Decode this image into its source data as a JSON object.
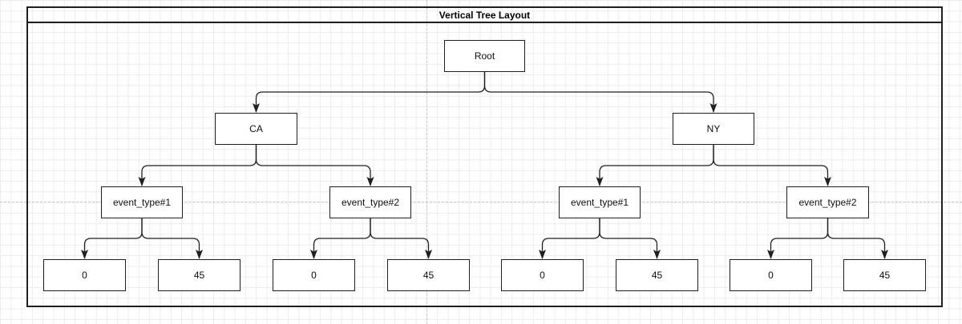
{
  "diagram": {
    "title": "Vertical Tree Layout",
    "type": "vertical-tree",
    "nodes": [
      {
        "id": "root",
        "label": "Root",
        "level": 0,
        "parent": null
      },
      {
        "id": "ca",
        "label": "CA",
        "level": 1,
        "parent": "root"
      },
      {
        "id": "ny",
        "label": "NY",
        "level": 1,
        "parent": "root"
      },
      {
        "id": "ca-event-type-1",
        "label": "event_type#1",
        "level": 2,
        "parent": "ca"
      },
      {
        "id": "ca-event-type-2",
        "label": "event_type#2",
        "level": 2,
        "parent": "ca"
      },
      {
        "id": "ny-event-type-1",
        "label": "event_type#1",
        "level": 2,
        "parent": "ny"
      },
      {
        "id": "ny-event-type-2",
        "label": "event_type#2",
        "level": 2,
        "parent": "ny"
      },
      {
        "id": "ca-et1-val-0",
        "label": "0",
        "level": 3,
        "parent": "ca-event-type-1"
      },
      {
        "id": "ca-et1-val-45",
        "label": "45",
        "level": 3,
        "parent": "ca-event-type-1"
      },
      {
        "id": "ca-et2-val-0",
        "label": "0",
        "level": 3,
        "parent": "ca-event-type-2"
      },
      {
        "id": "ca-et2-val-45",
        "label": "45",
        "level": 3,
        "parent": "ca-event-type-2"
      },
      {
        "id": "ny-et1-val-0",
        "label": "0",
        "level": 3,
        "parent": "ny-event-type-1"
      },
      {
        "id": "ny-et1-val-45",
        "label": "45",
        "level": 3,
        "parent": "ny-event-type-1"
      },
      {
        "id": "ny-et2-val-0",
        "label": "0",
        "level": 3,
        "parent": "ny-event-type-2"
      },
      {
        "id": "ny-et2-val-45",
        "label": "45",
        "level": 3,
        "parent": "ny-event-type-2"
      }
    ],
    "edges": [
      {
        "from": "root",
        "to": "ca"
      },
      {
        "from": "root",
        "to": "ny"
      },
      {
        "from": "ca",
        "to": "ca-event-type-1"
      },
      {
        "from": "ca",
        "to": "ca-event-type-2"
      },
      {
        "from": "ny",
        "to": "ny-event-type-1"
      },
      {
        "from": "ny",
        "to": "ny-event-type-2"
      },
      {
        "from": "ca-event-type-1",
        "to": "ca-et1-val-0"
      },
      {
        "from": "ca-event-type-1",
        "to": "ca-et1-val-45"
      },
      {
        "from": "ca-event-type-2",
        "to": "ca-et2-val-0"
      },
      {
        "from": "ca-event-type-2",
        "to": "ca-et2-val-45"
      },
      {
        "from": "ny-event-type-1",
        "to": "ny-et1-val-0"
      },
      {
        "from": "ny-event-type-1",
        "to": "ny-et1-val-45"
      },
      {
        "from": "ny-event-type-2",
        "to": "ny-et2-val-0"
      },
      {
        "from": "ny-event-type-2",
        "to": "ny-et2-val-45"
      }
    ],
    "colors": {
      "node_fill": "#ffffff",
      "stroke": "#1f1f1f",
      "grid_line": "#ececec",
      "page_break": "#c9c9c9",
      "background": "#ffffff"
    }
  }
}
